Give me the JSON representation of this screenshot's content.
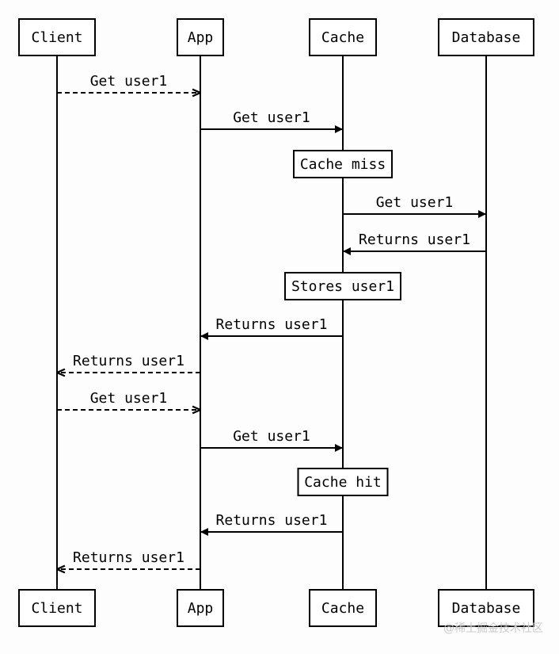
{
  "participants": [
    "Client",
    "App",
    "Cache",
    "Database"
  ],
  "messages": [
    {
      "from": 0,
      "to": 1,
      "label": "Get user1",
      "dashed": true
    },
    {
      "from": 1,
      "to": 2,
      "label": "Get user1",
      "dashed": false
    },
    {
      "note": "Cache miss",
      "at": 2
    },
    {
      "from": 2,
      "to": 3,
      "label": "Get user1",
      "dashed": false
    },
    {
      "from": 3,
      "to": 2,
      "label": "Returns user1",
      "dashed": false
    },
    {
      "note": "Stores user1",
      "at": 2
    },
    {
      "from": 2,
      "to": 1,
      "label": "Returns user1",
      "dashed": false
    },
    {
      "from": 1,
      "to": 0,
      "label": "Returns user1",
      "dashed": true
    },
    {
      "from": 0,
      "to": 1,
      "label": "Get user1",
      "dashed": true
    },
    {
      "from": 1,
      "to": 2,
      "label": "Get user1",
      "dashed": false
    },
    {
      "note": "Cache hit",
      "at": 2
    },
    {
      "from": 2,
      "to": 1,
      "label": "Returns user1",
      "dashed": false
    },
    {
      "from": 1,
      "to": 0,
      "label": "Returns user1",
      "dashed": true
    }
  ],
  "watermark": "@稀土掘金技术社区"
}
